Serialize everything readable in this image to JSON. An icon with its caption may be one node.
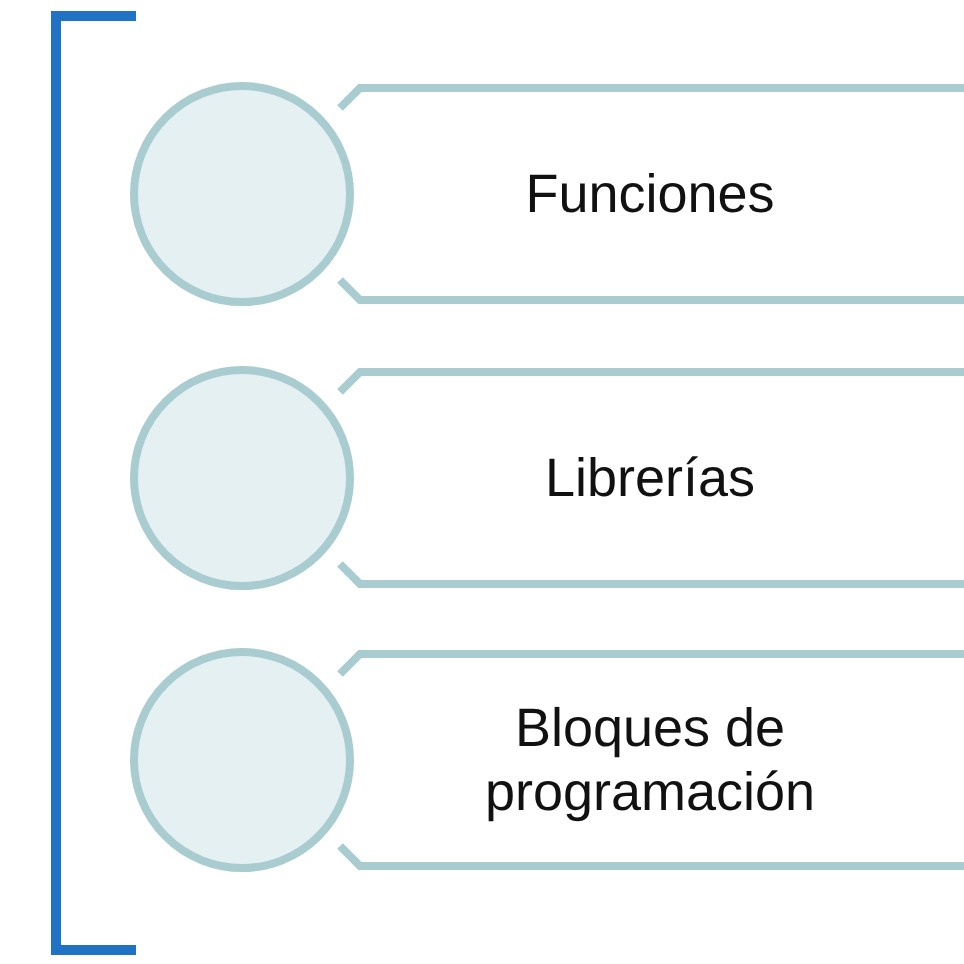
{
  "diagram": {
    "nodes": [
      {
        "text": [],
        "shape": "circle"
      },
      {
        "text": [
          "Funciones"
        ]
      },
      {
        "text": [],
        "shape": "circle"
      },
      {
        "text": [
          "Librerías"
        ]
      },
      {
        "text": [],
        "shape": "circle"
      },
      {
        "text": [
          "Bloques de programación"
        ]
      }
    ],
    "edges": []
  }
}
